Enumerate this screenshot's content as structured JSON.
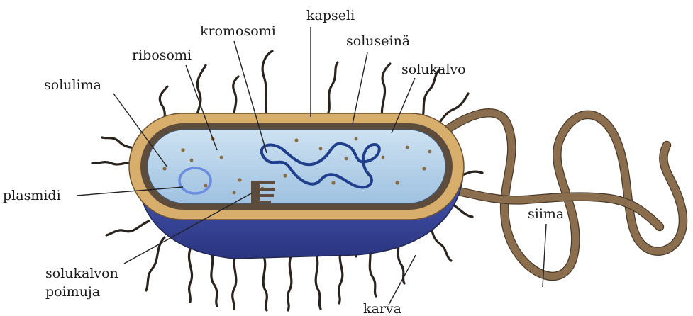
{
  "labels": {
    "kapseli": "kapseli",
    "kromosomi": "kromosomi",
    "soluseina": "soluseinä",
    "ribosomi": "ribosomi",
    "solukalvo": "solukalvo",
    "solulima": "solulima",
    "plasmidi": "plasmidi",
    "siima": "siima",
    "solukalvon_poimuja_line1": "solukalvon",
    "solukalvon_poimuja_line2": "poimuja",
    "karva": "karva"
  },
  "colors": {
    "capsule": "#d8ae6c",
    "cell_wall": "#5d4c3c",
    "cytoplasm": "#b4d2ea",
    "body_blue": "#3b4aa0",
    "chromosome": "#1f3f8c",
    "plasmid": "#6c8ee0",
    "flagellum": "#8a6e4e"
  }
}
